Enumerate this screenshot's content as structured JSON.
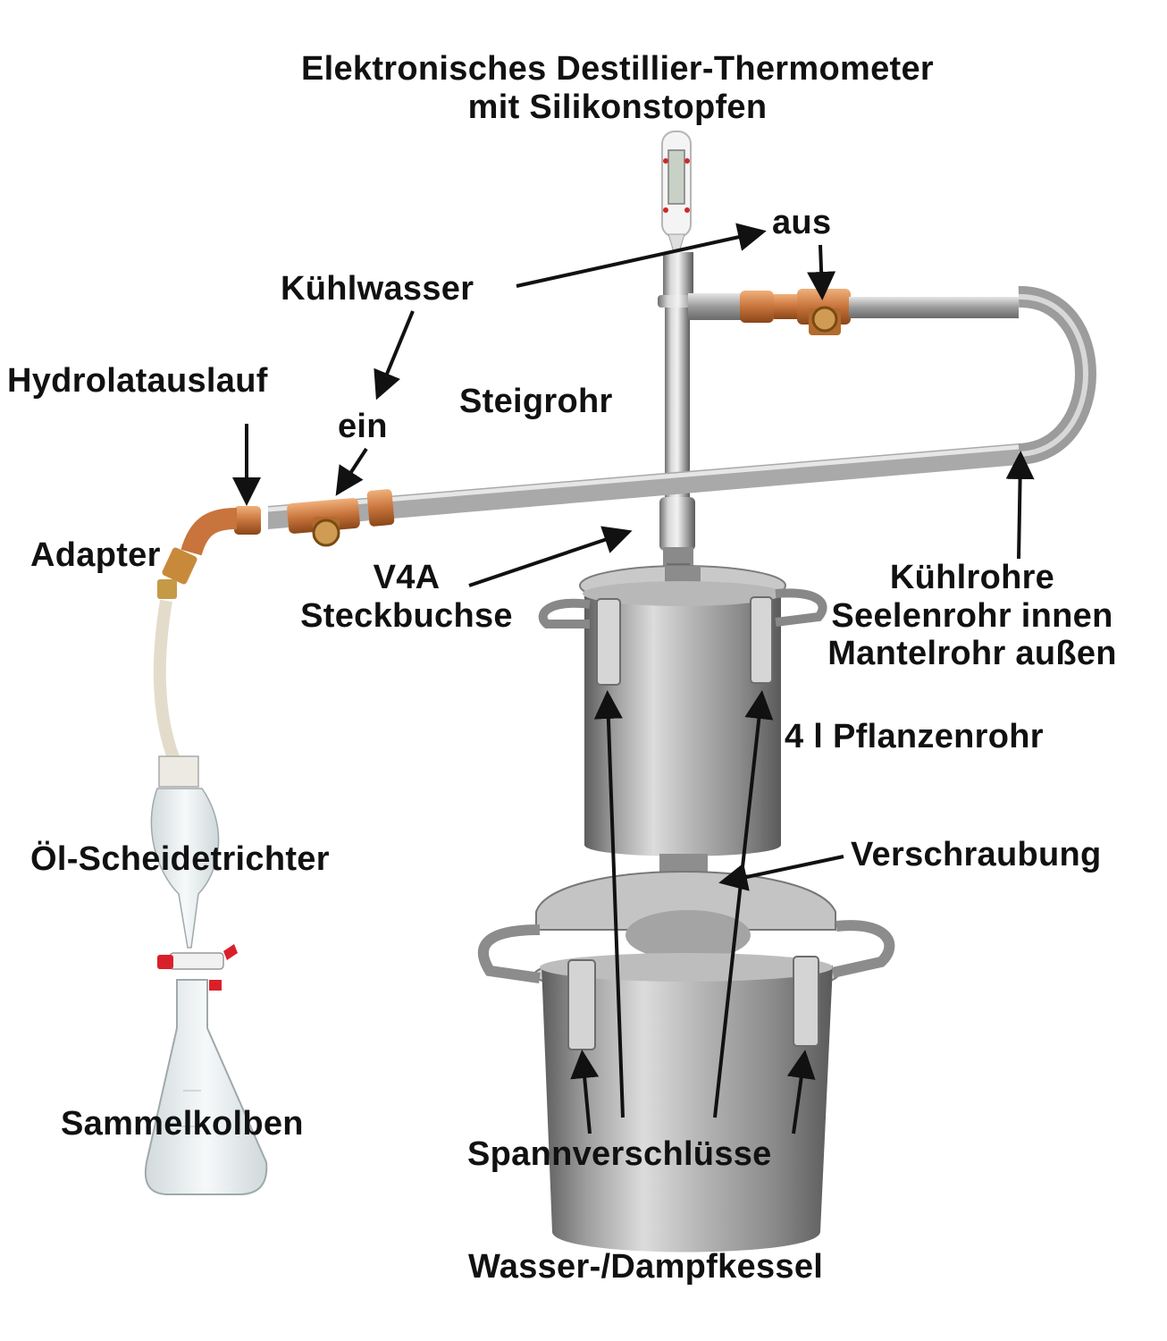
{
  "labels": {
    "thermometer_line1": "Elektronisches Destillier-Thermometer",
    "thermometer_line2": "mit Silikonstopfen",
    "aus": "aus",
    "kuehlwasser": "Kühlwasser",
    "hydrolatauslauf": "Hydrolatauslauf",
    "ein": "ein",
    "steigrohr": "Steigrohr",
    "adapter": "Adapter",
    "v4a": "V4A",
    "steckbuchse": "Steckbuchse",
    "kuehlrohre_line1": "Kühlrohre",
    "kuehlrohre_line2": "Seelenrohr innen",
    "kuehlrohre_line3": "Mantelrohr außen",
    "pflanzenrohr": "4 l Pflanzenrohr",
    "verschraubung": "Verschraubung",
    "scheidetrichter": "Öl-Scheidetrichter",
    "sammelkolben": "Sammelkolben",
    "spannverschluesse": "Spannverschlüsse",
    "kessel": "Wasser-/Dampfkessel"
  },
  "colors": {
    "steel": "#b9b9b9",
    "copper": "#c8743c",
    "glass": "#e8eef0",
    "stopcock": "#d9202a",
    "text": "#111111"
  }
}
